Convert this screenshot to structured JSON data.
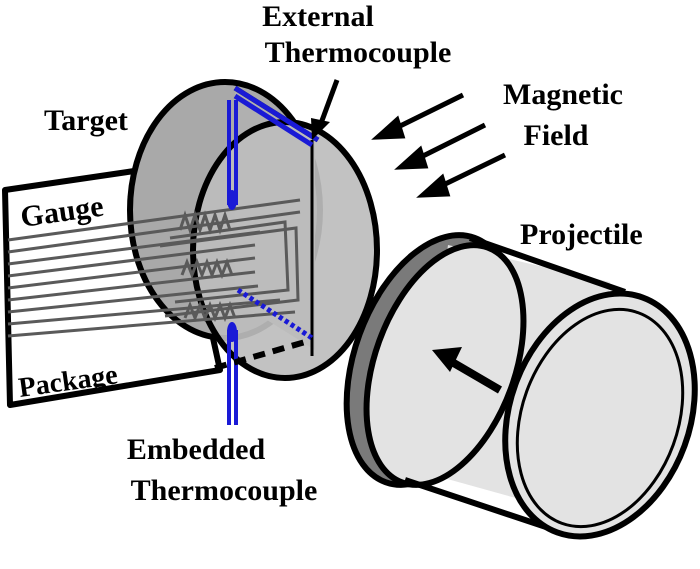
{
  "labels": {
    "external_thermocouple_line1": "External",
    "external_thermocouple_line2": "Thermocouple",
    "magnetic_field_line1": "Magnetic",
    "magnetic_field_line2": "Field",
    "target": "Target",
    "gauge": "Gauge",
    "package": "Package",
    "projectile": "Projectile",
    "embedded_thermocouple_line1": "Embedded",
    "embedded_thermocouple_line2": "Thermocouple"
  },
  "colors": {
    "outline": "#000000",
    "target_face": "#bdbdbd",
    "target_side": "#a8a8a8",
    "gauge_traces": "#5a5a5a",
    "thermocouple_wire": "#1a1ad6",
    "projectile_body": "#e3e3e3",
    "projectile_band": "#7a7a7a"
  }
}
